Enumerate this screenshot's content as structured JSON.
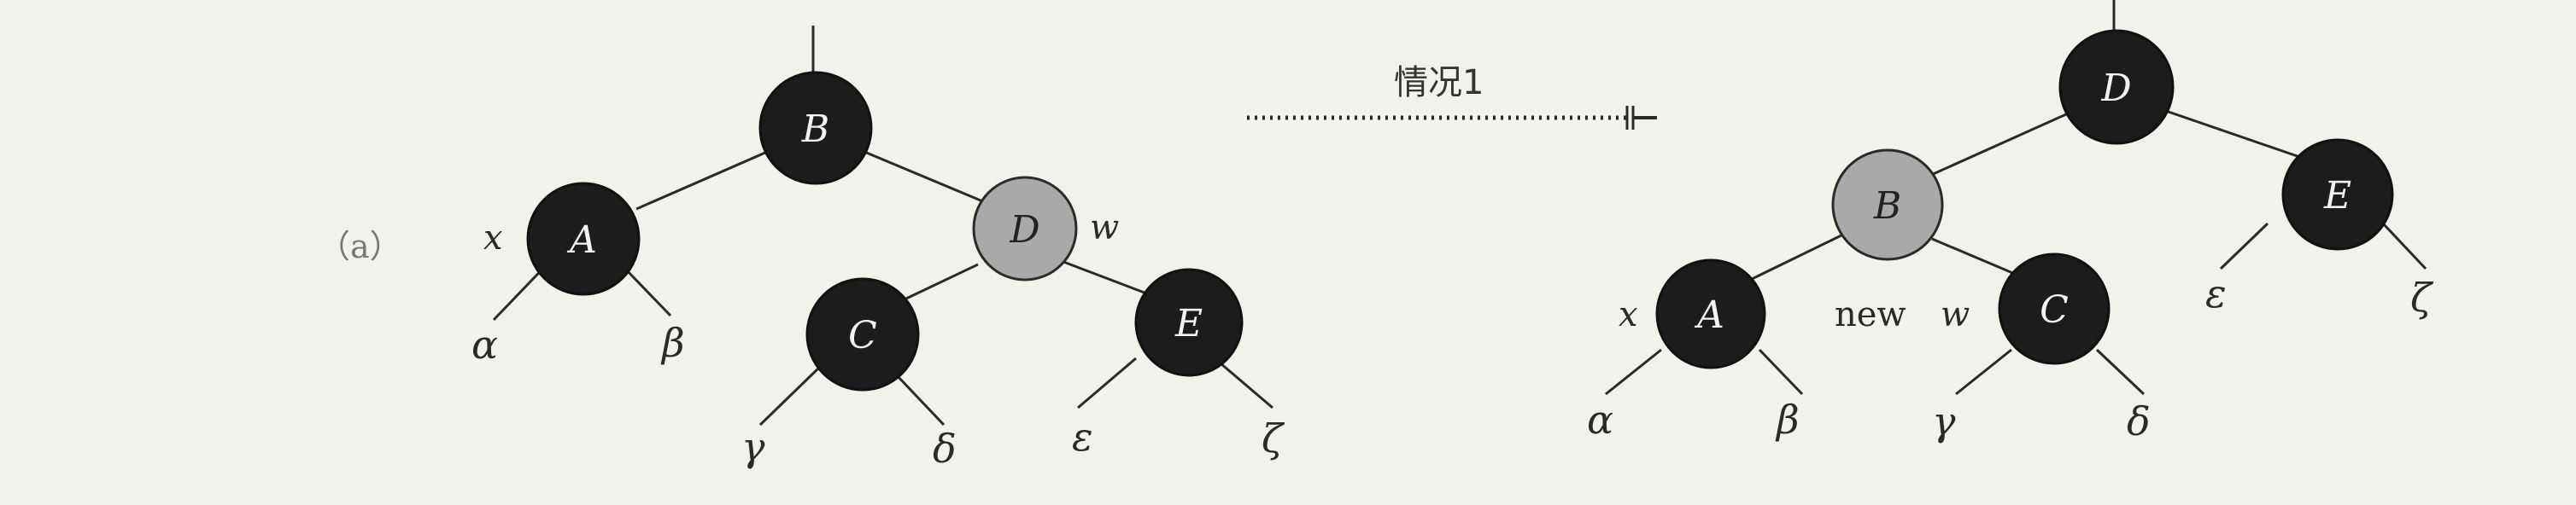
{
  "part_label": "（a）",
  "transform": {
    "label": "情况1"
  },
  "left_tree": {
    "nodes": {
      "B": "B",
      "A": "A",
      "D": "D",
      "C": "C",
      "E": "E"
    },
    "leaves": {
      "alpha": "α",
      "beta": "β",
      "gamma": "γ",
      "delta": "δ",
      "epsilon": "ε",
      "zeta": "ζ"
    },
    "pointers": {
      "x": "x",
      "w": "w"
    },
    "node_colors": {
      "black": "#1c1c1c",
      "red": "#a9a9a9"
    }
  },
  "right_tree": {
    "nodes": {
      "D": "D",
      "B": "B",
      "E": "E",
      "A": "A",
      "C": "C"
    },
    "leaves": {
      "alpha": "α",
      "beta": "β",
      "gamma": "γ",
      "delta": "δ",
      "epsilon": "ε",
      "zeta": "ζ"
    },
    "pointers": {
      "x": "x",
      "new": "new",
      "w": "w"
    }
  }
}
